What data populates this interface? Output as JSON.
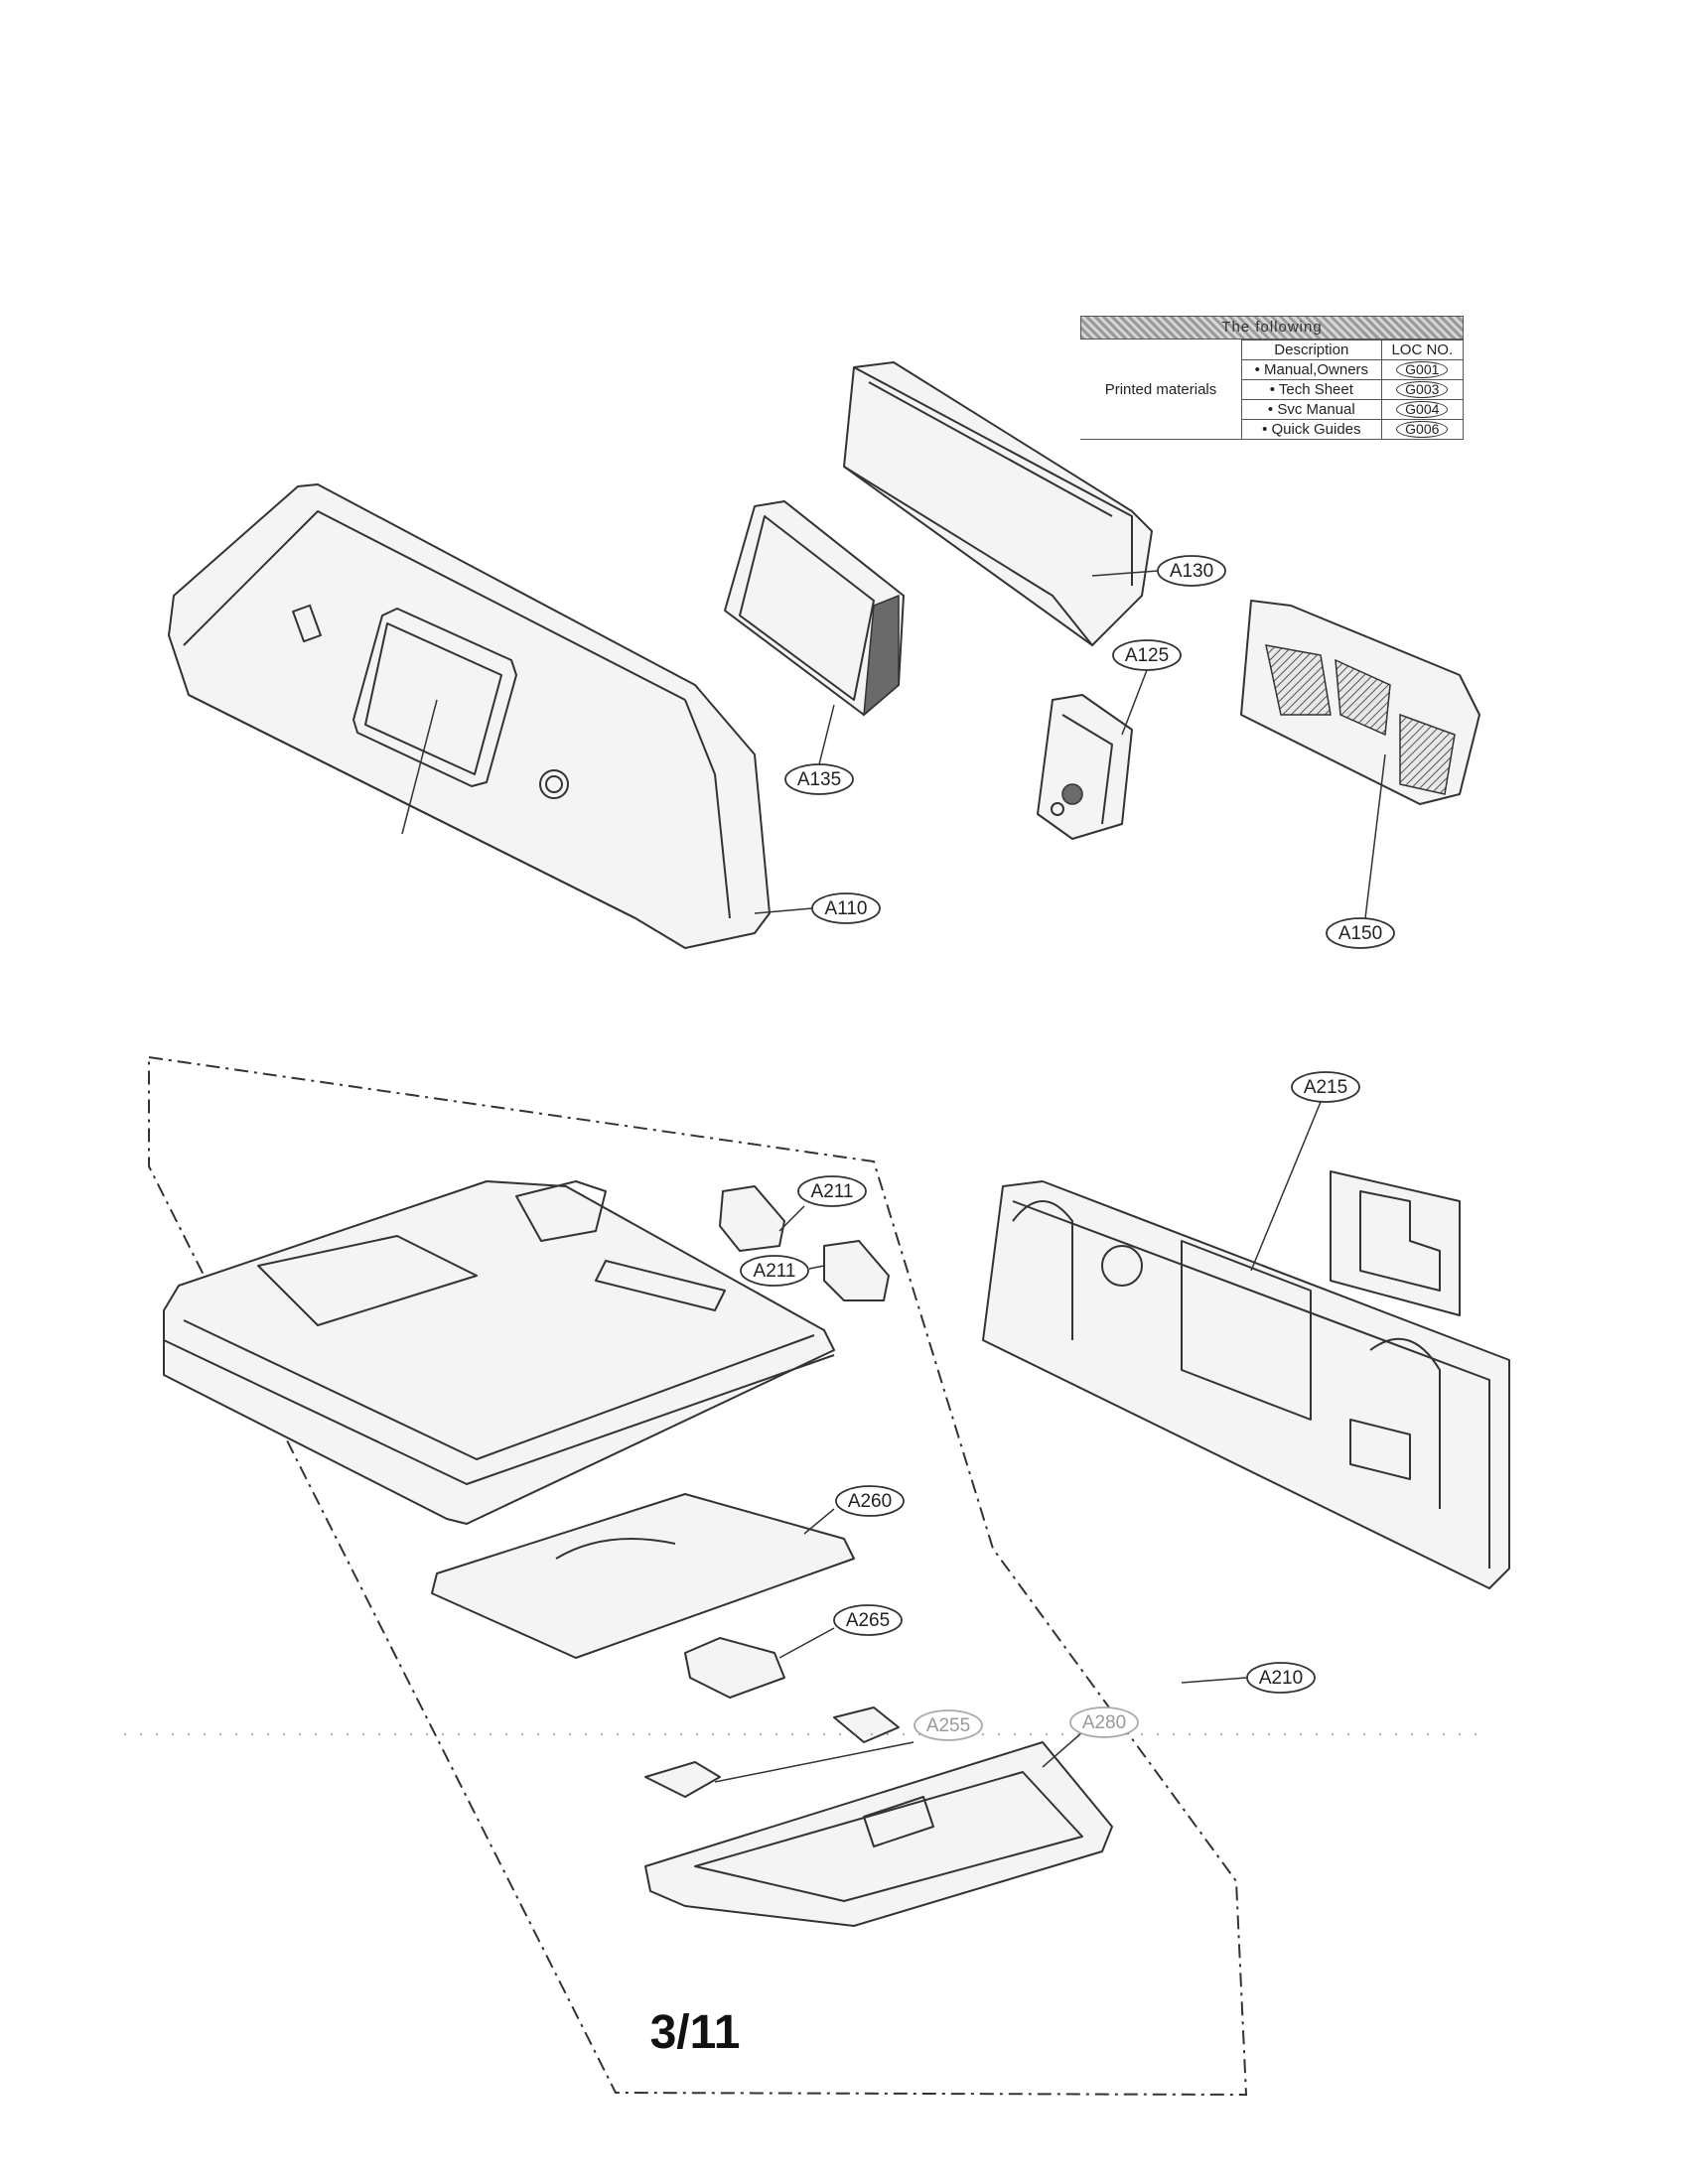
{
  "legend": {
    "header": "The following",
    "category": "Printed materials",
    "col_description": "Description",
    "col_loc": "LOC NO.",
    "rows": [
      {
        "description": "• Manual,Owners",
        "code": "G001"
      },
      {
        "description": "• Tech Sheet",
        "code": "G003"
      },
      {
        "description": "• Svc Manual",
        "code": "G004"
      },
      {
        "description": "• Quick Guides",
        "code": "G006"
      }
    ]
  },
  "callouts": {
    "a110": "A110",
    "a125": "A125",
    "a130": "A130",
    "a135": "A135",
    "a150": "A150",
    "a210": "A210",
    "a211_top": "A211",
    "a211_bottom": "A211",
    "a215": "A215",
    "a255": "A255",
    "a260": "A260",
    "a265": "A265",
    "a280": "A280"
  },
  "page_number": "3/11"
}
